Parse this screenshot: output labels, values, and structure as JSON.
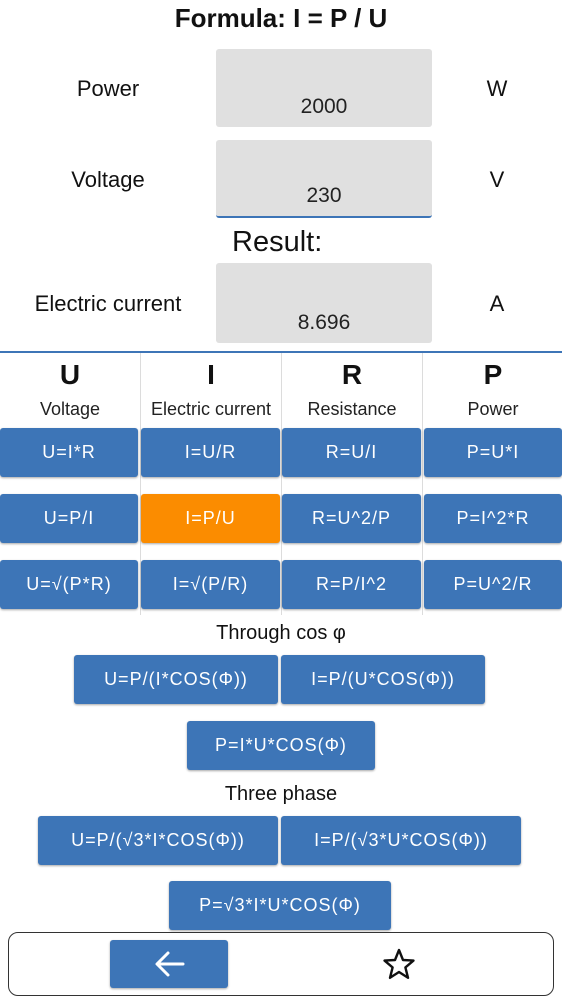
{
  "header": {
    "title": "Formula: I = P / U"
  },
  "inputs": [
    {
      "label": "Power",
      "value": "2000",
      "unit": "W"
    },
    {
      "label": "Voltage",
      "value": "230",
      "unit": "V"
    }
  ],
  "result": {
    "heading": "Result:",
    "label": "Electric current",
    "value": "8.696",
    "unit": "A"
  },
  "columns": [
    {
      "symbol": "U",
      "name": "Voltage"
    },
    {
      "symbol": "I",
      "name": "Electric current"
    },
    {
      "symbol": "R",
      "name": "Resistance"
    },
    {
      "symbol": "P",
      "name": "Power"
    }
  ],
  "formulas": {
    "row1": [
      "U=I*R",
      "I=U/R",
      "R=U/I",
      "P=U*I"
    ],
    "row2": [
      "U=P/I",
      "I=P/U",
      "R=U^2/P",
      "P=I^2*R"
    ],
    "row3": [
      "U=√(P*R)",
      "I=√(P/R)",
      "R=P/I^2",
      "P=U^2/R"
    ]
  },
  "cos_section": {
    "label": "Through cos φ",
    "buttons": [
      "U=P/(I*COS(Φ))",
      "I=P/(U*COS(Φ))",
      "P=I*U*COS(Φ)"
    ]
  },
  "three_phase": {
    "label": "Three phase",
    "buttons": [
      "U=P/(√3*I*COS(Φ))",
      "I=P/(√3*U*COS(Φ))",
      "P=√3*I*U*COS(Φ)"
    ]
  },
  "active_formula": "I=P/U",
  "colors": {
    "primary": "#3d75b7",
    "active": "#fb8c00",
    "field": "#e0e0e0"
  },
  "icons": {
    "back": "arrow-left-icon",
    "favorite": "star-outline-icon"
  }
}
